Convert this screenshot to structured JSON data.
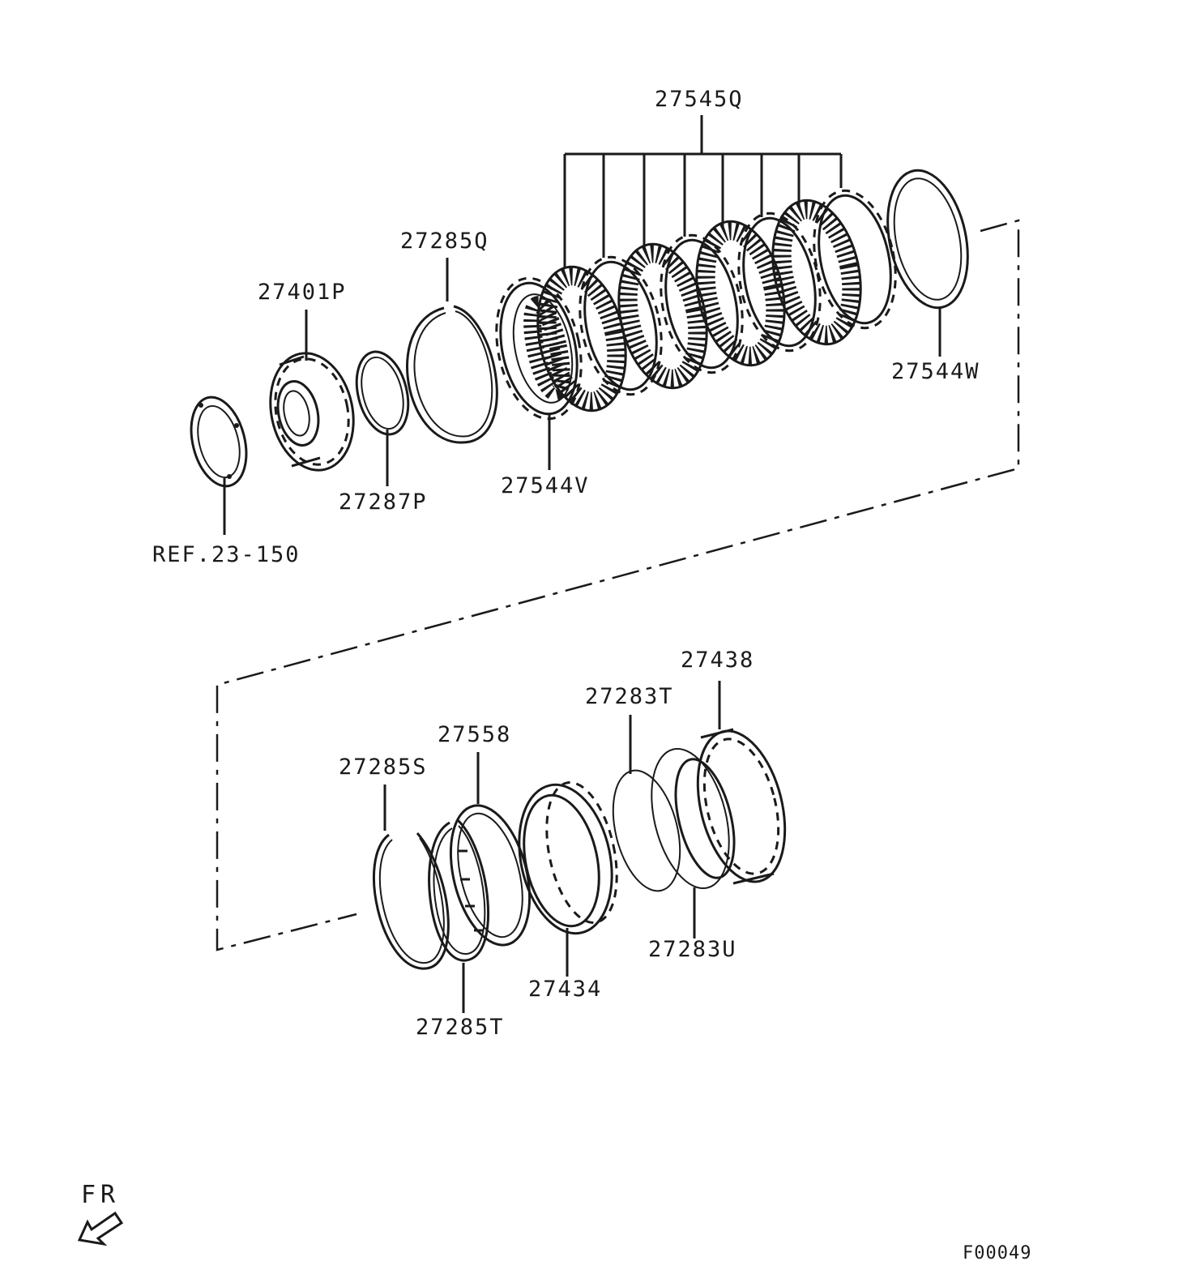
{
  "diagram": {
    "callouts": [
      {
        "id": "27545Q",
        "text": "27545Q"
      },
      {
        "id": "27285Q",
        "text": "27285Q"
      },
      {
        "id": "27401P",
        "text": "27401P"
      },
      {
        "id": "27544W",
        "text": "27544W"
      },
      {
        "id": "27544V",
        "text": "27544V"
      },
      {
        "id": "27287P",
        "text": "27287P"
      },
      {
        "id": "REF",
        "text": "REF.23-150"
      },
      {
        "id": "27438",
        "text": "27438"
      },
      {
        "id": "27283T",
        "text": "27283T"
      },
      {
        "id": "27558",
        "text": "27558"
      },
      {
        "id": "27285S",
        "text": "27285S"
      },
      {
        "id": "27283U",
        "text": "27283U"
      },
      {
        "id": "27434",
        "text": "27434"
      },
      {
        "id": "27285T",
        "text": "27285T"
      }
    ],
    "direction_label": "FR",
    "figure_code": "F00049"
  }
}
